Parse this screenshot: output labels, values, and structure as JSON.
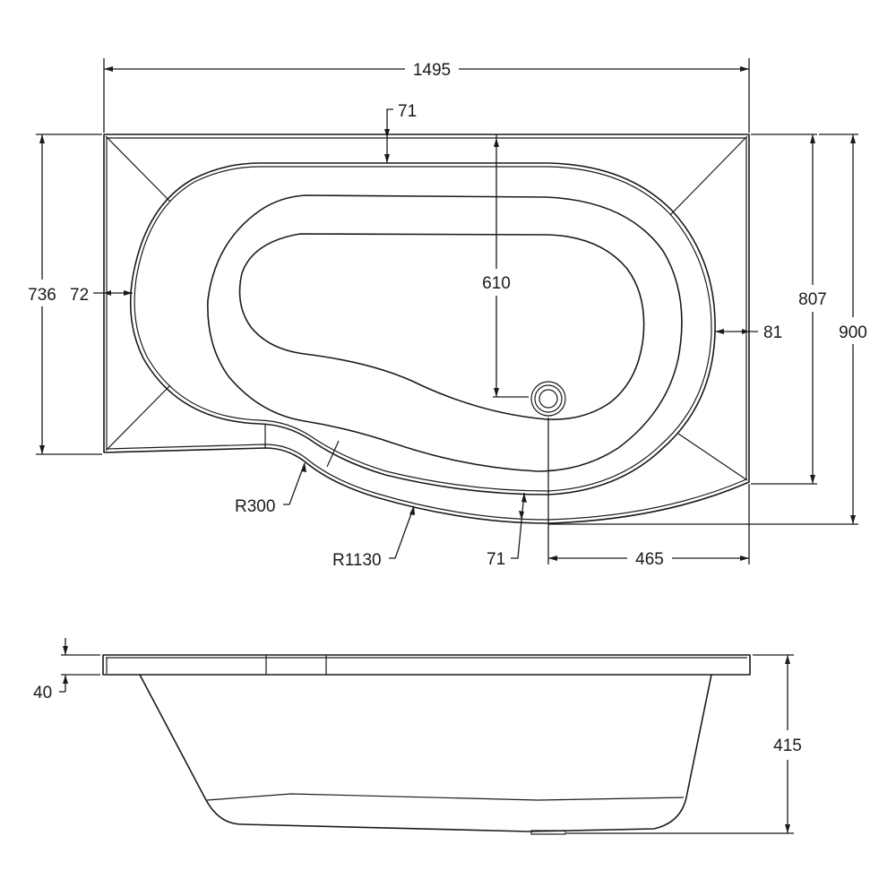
{
  "drawing": {
    "subject": "P-shaped corner bath technical drawing",
    "line_color": "#1a1a1a",
    "background_color": "#ffffff"
  },
  "plan_view": {
    "dimensions": {
      "overall_length": "1495",
      "rim_top_offset": "71",
      "left_depth": "736",
      "left_rim_offset": "72",
      "waste_to_top": "610",
      "right_inner_depth": "807",
      "overall_width": "900",
      "right_rim_offset": "81",
      "curve_radius_small": "R300",
      "curve_radius_large": "R1130",
      "front_rim_offset": "71",
      "waste_to_right": "465"
    }
  },
  "side_view": {
    "dimensions": {
      "rim_thickness": "40",
      "overall_height": "415"
    }
  }
}
